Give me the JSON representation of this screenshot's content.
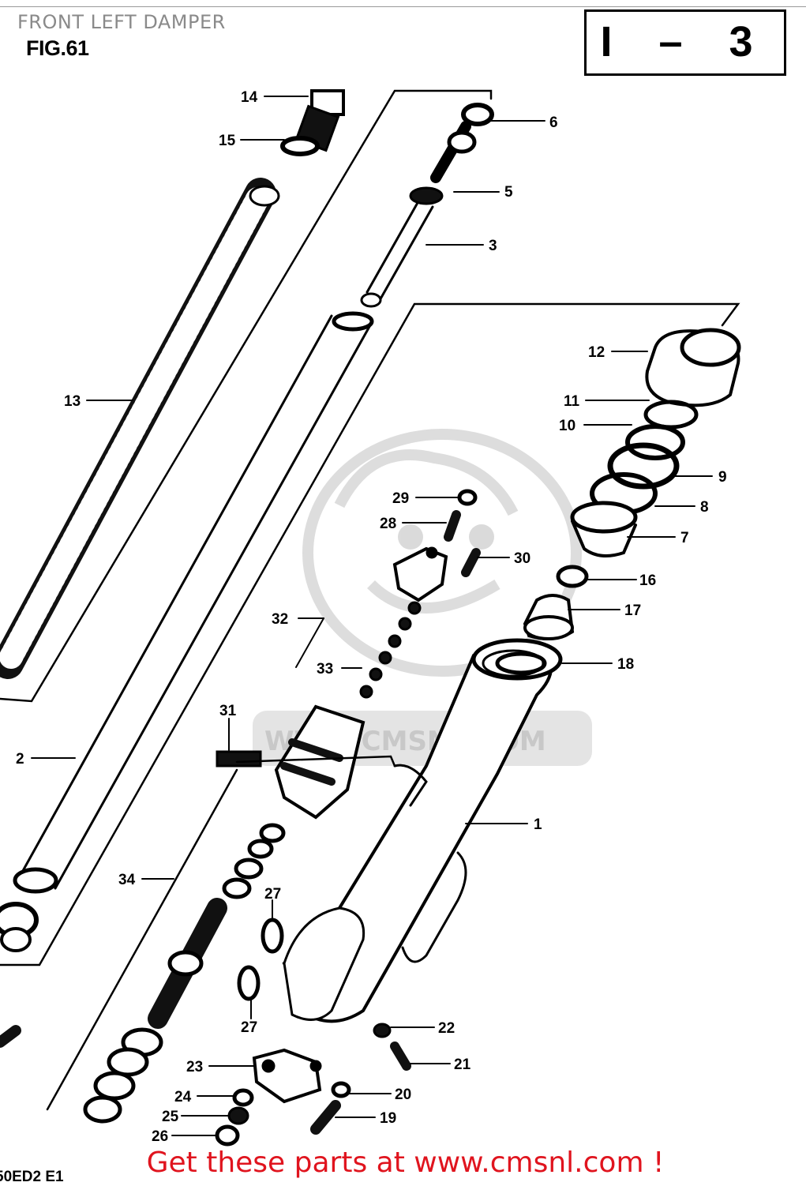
{
  "header": {
    "title": "FRONT LEFT DAMPER",
    "fig_label": "FIG.61",
    "section_box": "I – 3"
  },
  "watermark": {
    "text": "WWW.CMSNL.COM"
  },
  "footer": {
    "cta": "Get these parts at www.cmsnl.com !",
    "page_code": "50ED2 E1"
  },
  "callouts": [
    {
      "id": "14",
      "label": "14"
    },
    {
      "id": "15",
      "label": "15"
    },
    {
      "id": "6",
      "label": "6"
    },
    {
      "id": "5",
      "label": "5"
    },
    {
      "id": "3",
      "label": "3"
    },
    {
      "id": "13",
      "label": "13"
    },
    {
      "id": "12",
      "label": "12"
    },
    {
      "id": "11",
      "label": "11"
    },
    {
      "id": "10",
      "label": "10"
    },
    {
      "id": "9",
      "label": "9"
    },
    {
      "id": "8",
      "label": "8"
    },
    {
      "id": "7",
      "label": "7"
    },
    {
      "id": "29",
      "label": "29"
    },
    {
      "id": "28",
      "label": "28"
    },
    {
      "id": "30",
      "label": "30"
    },
    {
      "id": "16",
      "label": "16"
    },
    {
      "id": "17",
      "label": "17"
    },
    {
      "id": "32",
      "label": "32"
    },
    {
      "id": "33",
      "label": "33"
    },
    {
      "id": "18",
      "label": "18"
    },
    {
      "id": "31",
      "label": "31"
    },
    {
      "id": "2",
      "label": "2"
    },
    {
      "id": "1",
      "label": "1"
    },
    {
      "id": "34",
      "label": "34"
    },
    {
      "id": "27a",
      "label": "27"
    },
    {
      "id": "27b",
      "label": "27"
    },
    {
      "id": "22",
      "label": "22"
    },
    {
      "id": "21",
      "label": "21"
    },
    {
      "id": "23",
      "label": "23"
    },
    {
      "id": "20",
      "label": "20"
    },
    {
      "id": "24",
      "label": "24"
    },
    {
      "id": "25",
      "label": "25"
    },
    {
      "id": "19",
      "label": "19"
    },
    {
      "id": "26",
      "label": "26"
    }
  ]
}
